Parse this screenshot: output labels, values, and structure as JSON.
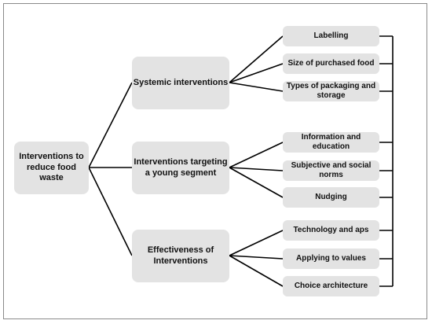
{
  "diagram": {
    "root": {
      "label": "Interventions to reduce food waste"
    },
    "branches": [
      {
        "label": "Systemic interventions",
        "children": [
          "Labelling",
          "Size of purchased food",
          "Types of packaging and storage"
        ]
      },
      {
        "label": "Interventions targeting a young segment",
        "children": [
          "Information and education",
          "Subjective and social norms",
          "Nudging"
        ]
      },
      {
        "label": "Effectiveness of Interventions",
        "children": [
          "Technology and aps",
          "Applying to values",
          "Choice architecture"
        ]
      }
    ],
    "colors": {
      "node_fill": "#e3e3e3",
      "line": "#000000",
      "frame": "#8a8a8a"
    }
  }
}
